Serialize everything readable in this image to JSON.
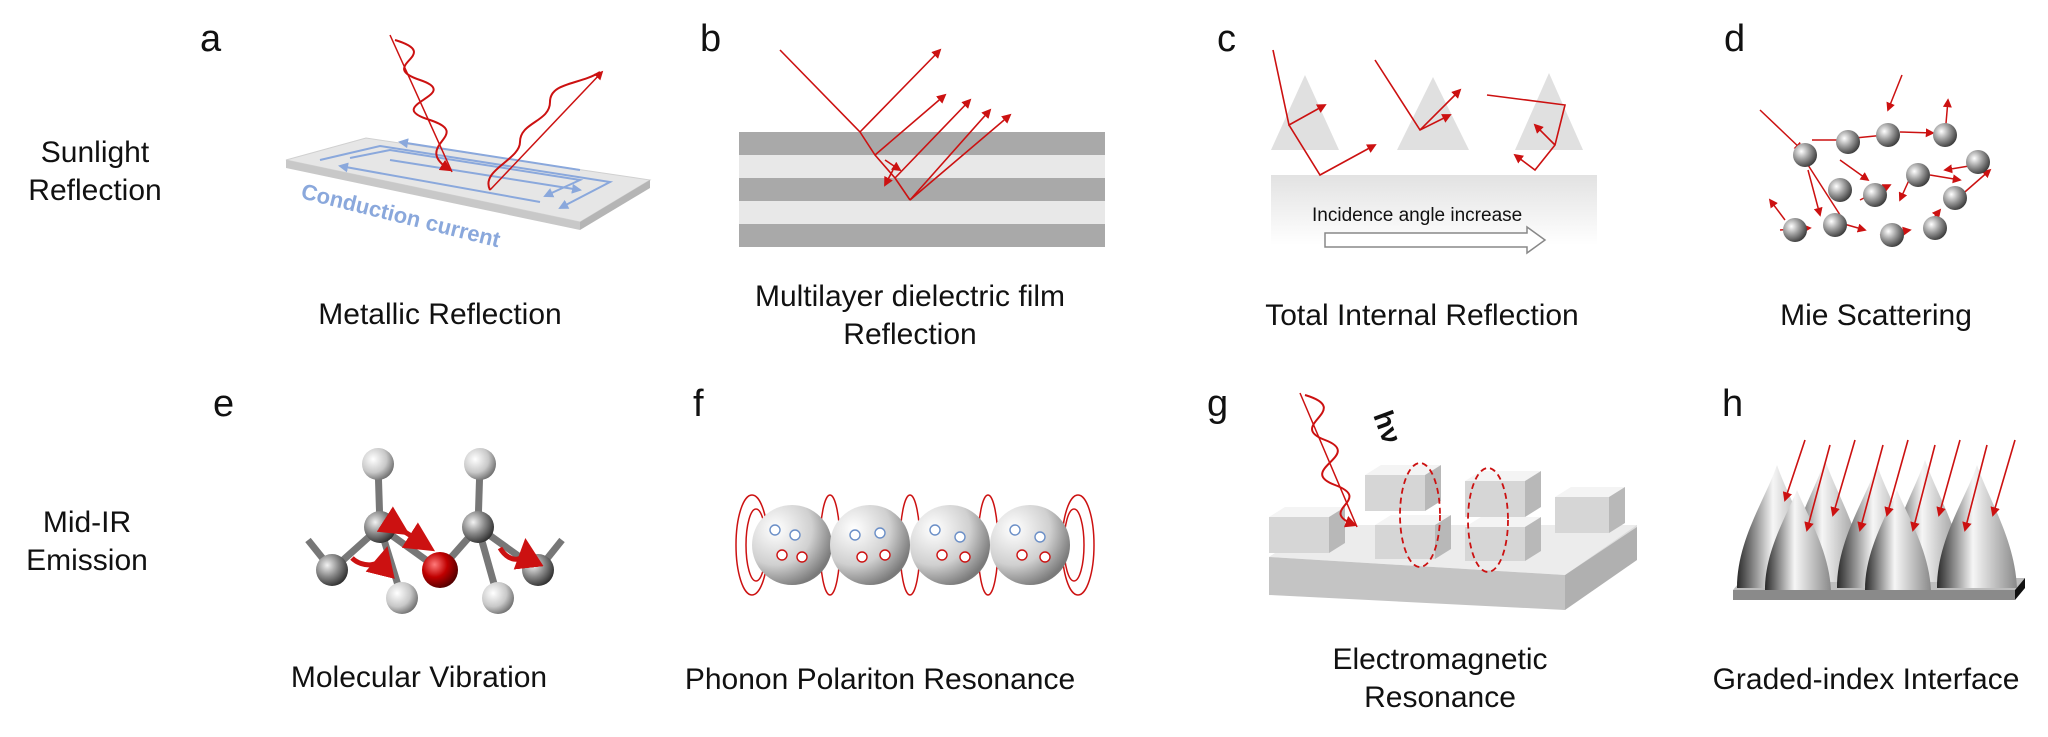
{
  "row_labels": {
    "top": [
      "Sunlight",
      "Reflection"
    ],
    "bottom": [
      "Mid-IR",
      "Emission"
    ]
  },
  "panels": [
    {
      "letter": "a",
      "caption": [
        "Metallic Reflection"
      ],
      "inner_text": "Conduction current"
    },
    {
      "letter": "b",
      "caption": [
        "Multilayer dielectric film",
        "Reflection"
      ]
    },
    {
      "letter": "c",
      "caption": [
        "Total Internal Reflection"
      ],
      "inner_text": "Incidence angle increase"
    },
    {
      "letter": "d",
      "caption": [
        "Mie Scattering"
      ]
    },
    {
      "letter": "e",
      "caption": [
        "Molecular Vibration"
      ]
    },
    {
      "letter": "f",
      "caption": [
        "Phonon Polariton Resonance"
      ]
    },
    {
      "letter": "g",
      "caption": [
        "Electromagnetic",
        "Resonance"
      ],
      "inner_text": "hν"
    },
    {
      "letter": "h",
      "caption": [
        "Graded-index Interface"
      ]
    }
  ],
  "colors": {
    "arrow_red": "#cc1111",
    "current_blue": "#8aa8dc",
    "layer_dark": "#a9a9a9",
    "layer_light": "#e8e8e8"
  }
}
